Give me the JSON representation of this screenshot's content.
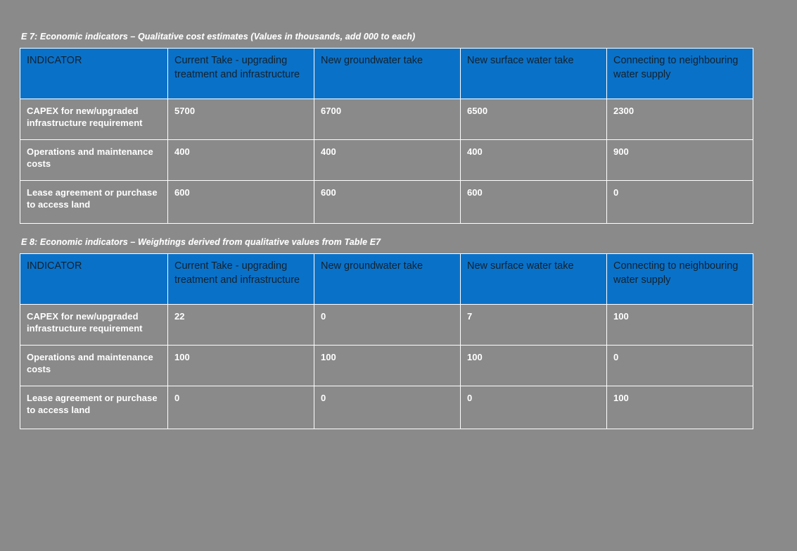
{
  "page": {
    "background_color": "#8a8a8a",
    "header_color": "#0a71c8",
    "border_color": "#ffffff",
    "body_text_color": "#ffffff"
  },
  "table1": {
    "caption": "E 7: Economic indicators – Qualitative cost estimates (Values in thousands, add 000 to each)",
    "columns": [
      "INDICATOR",
      "Current Take - upgrading treatment and infrastructure",
      "New groundwater take",
      "New surface water take",
      "Connecting to neighbouring water supply"
    ],
    "rows": [
      {
        "label": "CAPEX for new/upgraded infrastructure requirement",
        "values": [
          "5700",
          "6700",
          "6500",
          "2300"
        ]
      },
      {
        "label": "Operations and maintenance costs",
        "values": [
          "400",
          "400",
          "400",
          "900"
        ]
      },
      {
        "label": "Lease agreement or purchase to access land",
        "values": [
          "600",
          "600",
          "600",
          "0"
        ]
      }
    ]
  },
  "table2": {
    "caption": "E 8: Economic indicators – Weightings derived from qualitative values from Table E7",
    "columns": [
      "INDICATOR",
      "Current Take - upgrading treatment and infrastructure",
      "New groundwater take",
      "New surface water take",
      "Connecting to neighbouring water supply"
    ],
    "rows": [
      {
        "label": "CAPEX for new/upgraded infrastructure requirement",
        "values": [
          "22",
          "0",
          "7",
          "100"
        ]
      },
      {
        "label": "Operations and maintenance costs",
        "values": [
          "100",
          "100",
          "100",
          "0"
        ]
      },
      {
        "label": "Lease agreement or purchase to access land",
        "values": [
          "0",
          "0",
          "0",
          "100"
        ]
      }
    ]
  }
}
